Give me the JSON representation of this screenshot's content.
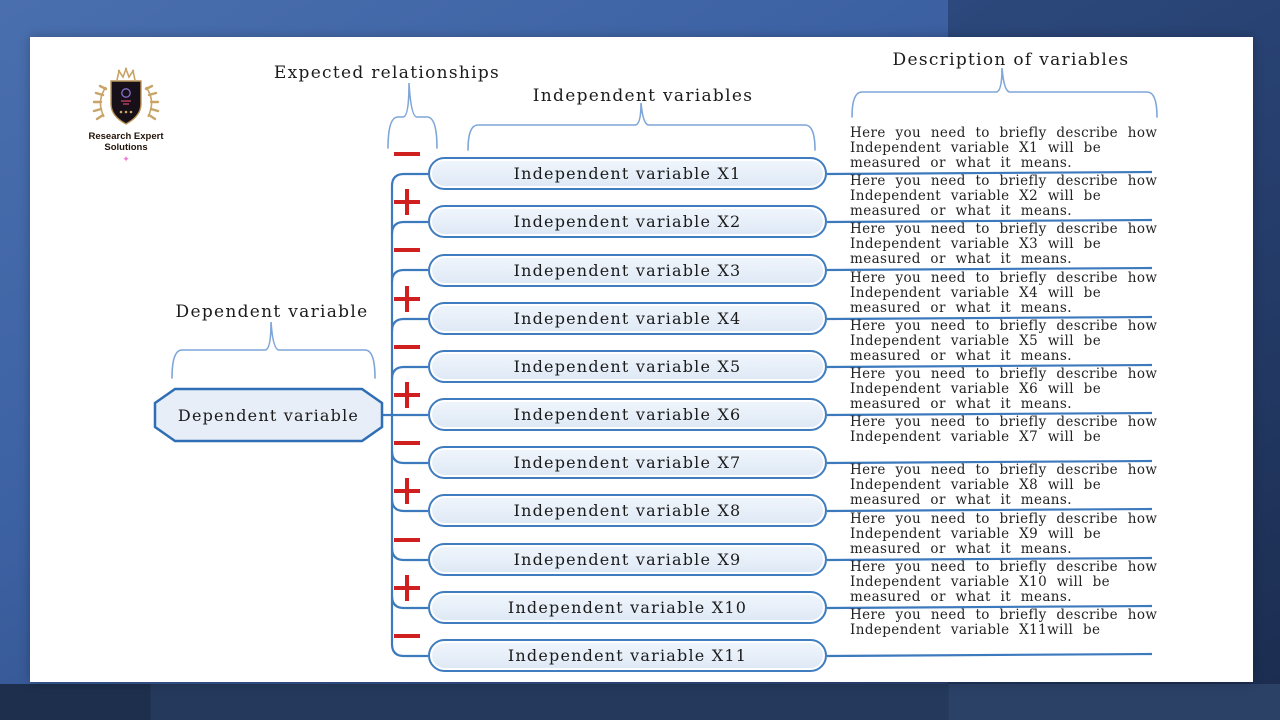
{
  "slide": {
    "logo": {
      "line1": "Research Expert",
      "line2": "Solutions",
      "sparkle": "✦"
    },
    "headers": {
      "expected_relationships": "Expected relationships",
      "independent_variables": "Independent variables",
      "description_of_variables": "Description of variables",
      "dependent_variable_label": "Dependent variable"
    },
    "dependent_box_label": "Dependent variable",
    "rows": [
      {
        "sign": "minus",
        "sign_symbol": "−",
        "box_label": "Independent variable X1",
        "description": "Here you need to briefly describe how\nIndependent variable X1 will be\nmeasured or what it means."
      },
      {
        "sign": "plus",
        "sign_symbol": "+",
        "box_label": "Independent variable X2",
        "description": "Here you need to briefly describe how\nIndependent variable X2 will be\nmeasured or what it means."
      },
      {
        "sign": "minus",
        "sign_symbol": "−",
        "box_label": "Independent variable X3",
        "description": "Here you need to briefly describe how\nIndependent variable X3 will be\nmeasured or what it means."
      },
      {
        "sign": "plus",
        "sign_symbol": "+",
        "box_label": "Independent variable X4",
        "description": "Here you need to briefly describe how\nIndependent variable X4 will be\nmeasured or what it means."
      },
      {
        "sign": "minus",
        "sign_symbol": "−",
        "box_label": "Independent variable X5",
        "description": "Here you need to briefly describe how\nIndependent variable X5 will be\nmeasured or what it means."
      },
      {
        "sign": "plus",
        "sign_symbol": "+",
        "box_label": "Independent variable X6",
        "description": "Here you need to briefly describe how\nIndependent variable X6 will be\nmeasured or what it means."
      },
      {
        "sign": "minus",
        "sign_symbol": "−",
        "box_label": "Independent variable X7",
        "description": "Here you need to briefly describe how\nIndependent variable X7 will be"
      },
      {
        "sign": "plus",
        "sign_symbol": "+",
        "box_label": "Independent variable X8",
        "description": "Here you need to briefly describe how\nIndependent variable X8 will be\nmeasured or what it means."
      },
      {
        "sign": "minus",
        "sign_symbol": "−",
        "box_label": "Independent variable X9",
        "description": "Here you need to briefly describe how\nIndependent variable X9 will be\nmeasured or what it means."
      },
      {
        "sign": "plus",
        "sign_symbol": "+",
        "box_label": "Independent variable X10",
        "description": "Here you need to briefly describe how\nIndependent variable X10 will be\nmeasured or what it means."
      },
      {
        "sign": "minus",
        "sign_symbol": "−",
        "box_label": "Independent variable X11",
        "description": "Here you need to briefly describe how\nIndependent variable X11will be"
      }
    ],
    "colors": {
      "connector": "#3c79bd",
      "brace": "#7ea6d8",
      "sign": "#cf1f1f",
      "box_border": "#3f7cc0",
      "box_fill": "#e8effa",
      "background_top": "#4a6fae",
      "background_bottom": "#22365c"
    }
  }
}
